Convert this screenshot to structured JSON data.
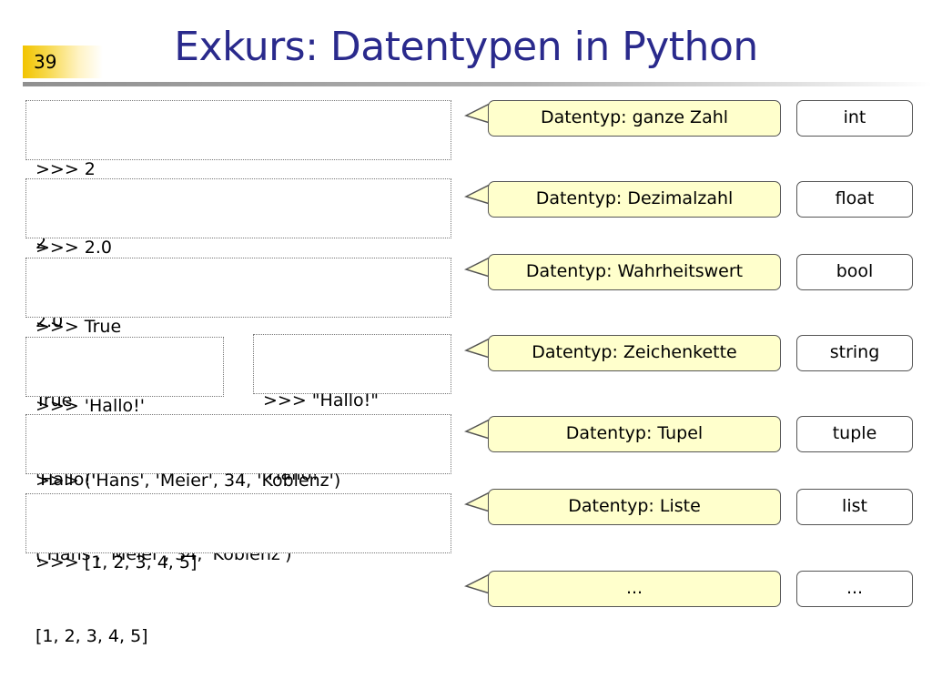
{
  "slide": {
    "number": "39",
    "title": "Exkurs: Datentypen in Python"
  },
  "examples": [
    {
      "input": ">>> 2",
      "output": "2"
    },
    {
      "input": ">>> 2.0",
      "output": "2.0"
    },
    {
      "input": ">>> True",
      "output": "True"
    },
    {
      "input": ">>> 'Hallo!'",
      "output": "'Hallo!'"
    },
    {
      "input": ">>> \"Hallo!\"",
      "output": "'Hallo!'"
    },
    {
      "input": ">>> ('Hans', 'Meier', 34, 'Koblenz')",
      "output": "('Hans', 'Meier', 34, 'Koblenz')"
    },
    {
      "input": ">>> [1, 2, 3, 4, 5]",
      "output": "[1, 2, 3, 4, 5]"
    }
  ],
  "types": [
    {
      "description": "Datentyp: ganze Zahl",
      "name": "int"
    },
    {
      "description": "Datentyp: Dezimalzahl",
      "name": "float"
    },
    {
      "description": "Datentyp: Wahrheitswert",
      "name": "bool"
    },
    {
      "description": "Datentyp: Zeichenkette",
      "name": "string"
    },
    {
      "description": "Datentyp: Tupel",
      "name": "tuple"
    },
    {
      "description": "Datentyp: Liste",
      "name": "list"
    },
    {
      "description": "...",
      "name": "..."
    }
  ],
  "colors": {
    "title": "#2a2a8c",
    "callout_fill": "#ffffcc",
    "slide_number_accent": "#f2c400"
  }
}
